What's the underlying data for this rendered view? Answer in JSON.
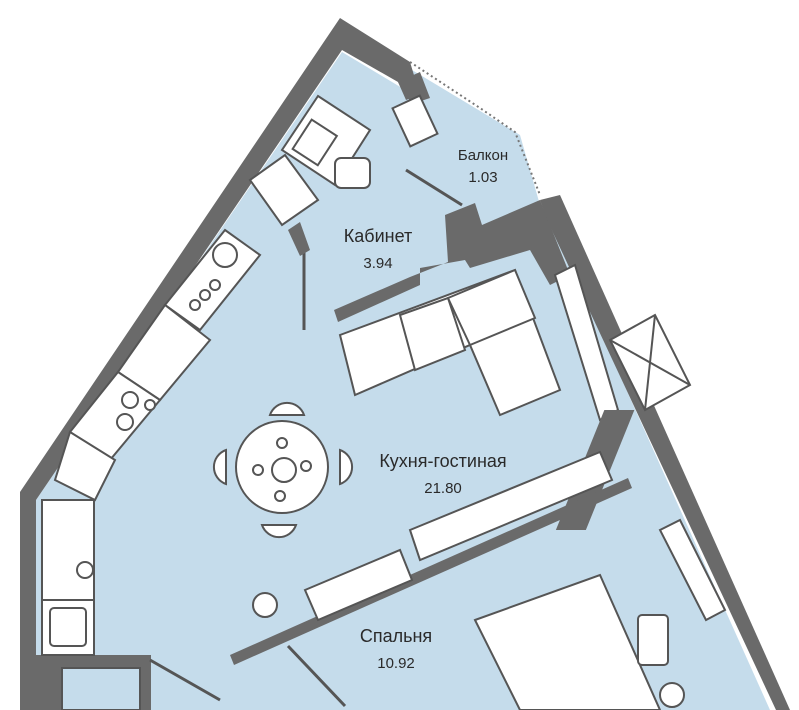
{
  "colors": {
    "floor": "#c5dceb",
    "wall": "#6a6a6a",
    "furniture": "#ffffff",
    "line": "#5a5a5a"
  },
  "rooms": [
    {
      "name": "Балкон",
      "area": "1.03"
    },
    {
      "name": "Кабинет",
      "area": "3.94"
    },
    {
      "name": "Кухня-гостиная",
      "area": "21.80"
    },
    {
      "name": "Спальня",
      "area": "10.92"
    }
  ]
}
